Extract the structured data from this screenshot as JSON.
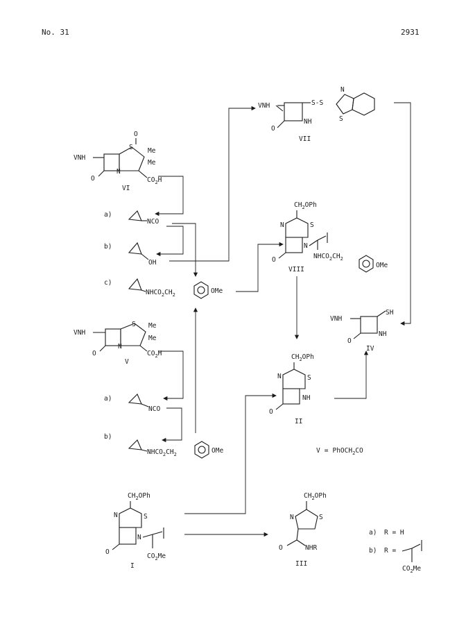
{
  "header": {
    "issue": "No. 31",
    "page_number": "2931"
  },
  "compounds": {
    "VI": {
      "label": "VI",
      "vnh": "VNH",
      "o": "O",
      "s": "S",
      "n": "N",
      "me1": "Me",
      "me2": "Me",
      "co2h": "CO",
      "co2h_sub": "2",
      "co2h_tail": "H"
    },
    "V": {
      "label": "V",
      "vnh": "VNH",
      "o": "O",
      "s": "S",
      "n": "N",
      "me1": "Me",
      "me2": "Me",
      "co2h": "CO",
      "co2h_sub": "2",
      "co2h_tail": "H"
    },
    "VII": {
      "label": "VII",
      "vnh": "VNH",
      "o": "O",
      "nh": "NH",
      "ss": "S-S",
      "n": "N",
      "s": "S"
    },
    "VIII": {
      "label": "VIII",
      "ch2oph": "CH",
      "ch2_sub": "2",
      "oph": "OPh",
      "n1": "N",
      "s": "S",
      "n2": "N",
      "o": "O",
      "nhco2": "NHCO",
      "sub1": "2",
      "ch": "CH",
      "sub2": "2",
      "ome": "OMe"
    },
    "IV": {
      "label": "IV",
      "vnh": "VNH",
      "sh": "SH",
      "nh": "NH",
      "o": "O"
    },
    "II": {
      "label": "II",
      "ch2oph": "CH",
      "ch2_sub": "2",
      "oph": "OPh",
      "n": "N",
      "s": "S",
      "nh": "NH",
      "o": "O"
    },
    "I": {
      "label": "I",
      "ch2oph": "CH",
      "ch2_sub": "2",
      "oph": "OPh",
      "n1": "N",
      "s": "S",
      "n2": "N",
      "o": "O",
      "co2me": "CO",
      "sub": "2",
      "me": "Me"
    },
    "III": {
      "label": "III",
      "ch2oph": "CH",
      "ch2_sub": "2",
      "oph": "OPh",
      "n": "N",
      "s": "S",
      "o": "O",
      "nhr": "NHR"
    }
  },
  "reagents": {
    "upper": [
      {
        "tag": "a)",
        "group": "NCO"
      },
      {
        "tag": "b)",
        "group": "OH"
      },
      {
        "tag": "c)",
        "group": "NHCO",
        "sub1": "2",
        "mid": "CH",
        "sub2": "2",
        "tail": "OMe"
      }
    ],
    "lower": [
      {
        "tag": "a)",
        "group": "NCO"
      },
      {
        "tag": "b)",
        "group": "NHCO",
        "sub1": "2",
        "mid": "CH",
        "sub2": "2",
        "tail": "OMe"
      }
    ]
  },
  "definitions": {
    "V": {
      "lhs": "V",
      "eq": "=",
      "rhs": "PhOCH",
      "sub": "2",
      "tail": "CO"
    },
    "R": [
      {
        "tag": "a)",
        "text": "R = H"
      },
      {
        "tag": "b)",
        "text": "R ="
      }
    ],
    "R_b_substituent": {
      "co": "CO",
      "sub": "2",
      "me": "Me"
    }
  }
}
